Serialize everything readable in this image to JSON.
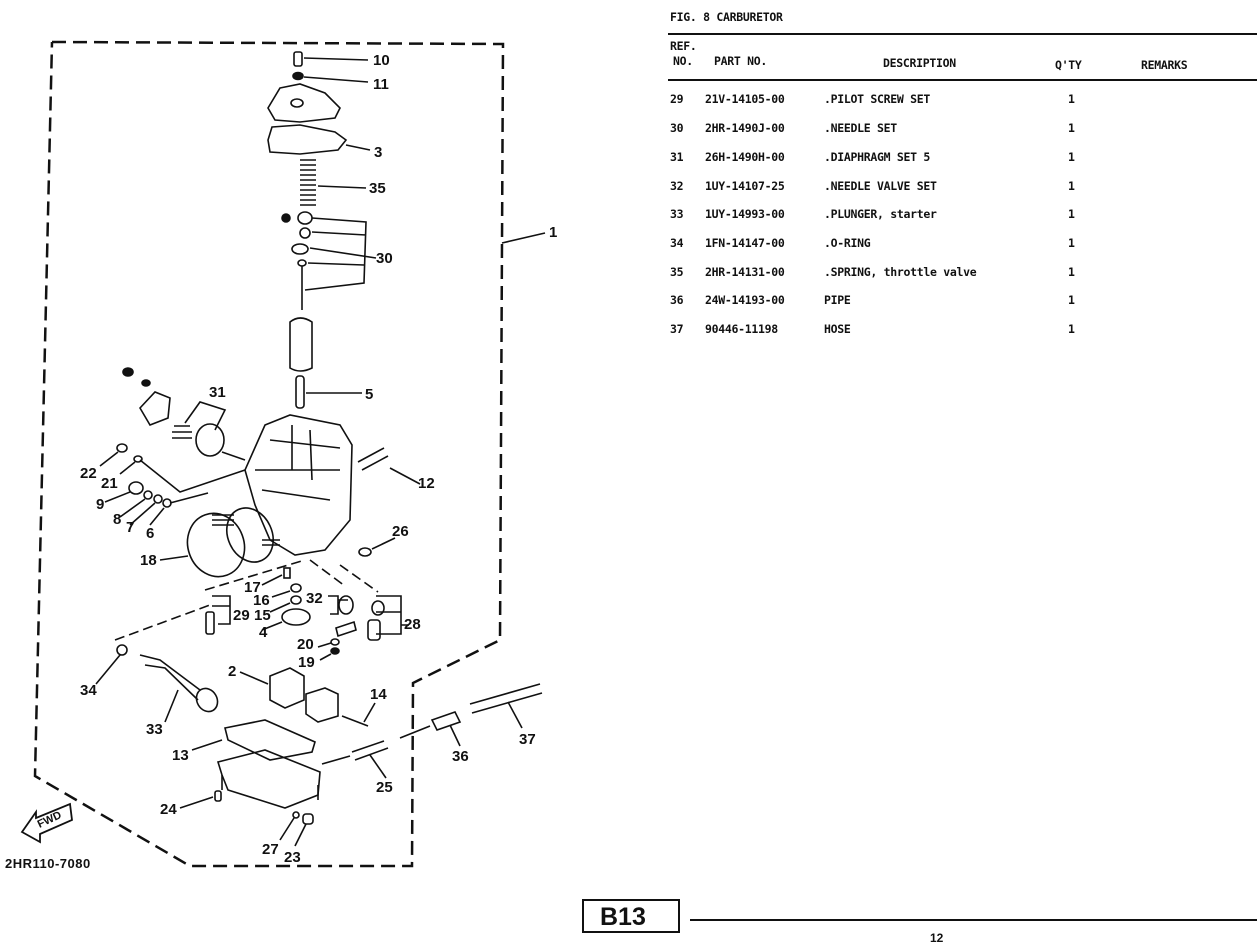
{
  "figure": {
    "title": "FIG.  8  CARBURETOR",
    "drawing_code": "2HR110-7080",
    "fwd_label": "FWD",
    "page_tag": "B13",
    "page_number": "12"
  },
  "table": {
    "headers": {
      "ref_line1": "REF.",
      "ref_line2": "NO.",
      "part_no": "PART NO.",
      "description": "DESCRIPTION",
      "qty": "Q'TY",
      "remarks": "REMARKS"
    },
    "rows": [
      {
        "ref": "29",
        "part_no": "21V-14105-00",
        "description": ".PILOT SCREW SET",
        "qty": "1",
        "remarks": ""
      },
      {
        "ref": "30",
        "part_no": "2HR-1490J-00",
        "description": ".NEEDLE SET",
        "qty": "1",
        "remarks": ""
      },
      {
        "ref": "31",
        "part_no": "26H-1490H-00",
        "description": ".DIAPHRAGM SET 5",
        "qty": "1",
        "remarks": ""
      },
      {
        "ref": "32",
        "part_no": "1UY-14107-25",
        "description": ".NEEDLE VALVE SET",
        "qty": "1",
        "remarks": ""
      },
      {
        "ref": "33",
        "part_no": "1UY-14993-00",
        "description": ".PLUNGER, starter",
        "qty": "1",
        "remarks": ""
      },
      {
        "ref": "34",
        "part_no": "1FN-14147-00",
        "description": ".O-RING",
        "qty": "1",
        "remarks": ""
      },
      {
        "ref": "35",
        "part_no": "2HR-14131-00",
        "description": ".SPRING, throttle valve",
        "qty": "1",
        "remarks": ""
      },
      {
        "ref": "36",
        "part_no": "24W-14193-00",
        "description": "PIPE",
        "qty": "1",
        "remarks": ""
      },
      {
        "ref": "37",
        "part_no": "90446-11198",
        "description": "HOSE",
        "qty": "1",
        "remarks": ""
      }
    ]
  },
  "callouts": {
    "c1": "1",
    "c2": "2",
    "c3": "3",
    "c4": "4",
    "c5": "5",
    "c6": "6",
    "c7": "7",
    "c8": "8",
    "c9": "9",
    "c10": "10",
    "c11": "11",
    "c12": "12",
    "c13": "13",
    "c14": "14",
    "c15": "15",
    "c16": "16",
    "c17": "17",
    "c18": "18",
    "c19": "19",
    "c20": "20",
    "c21": "21",
    "c22": "22",
    "c23": "23",
    "c24": "24",
    "c25": "25",
    "c26": "26",
    "c27": "27",
    "c28": "28",
    "c29": "29",
    "c30": "30",
    "c31": "31",
    "c32": "32",
    "c33": "33",
    "c34": "34",
    "c35": "35",
    "c36": "36",
    "c37": "37"
  }
}
